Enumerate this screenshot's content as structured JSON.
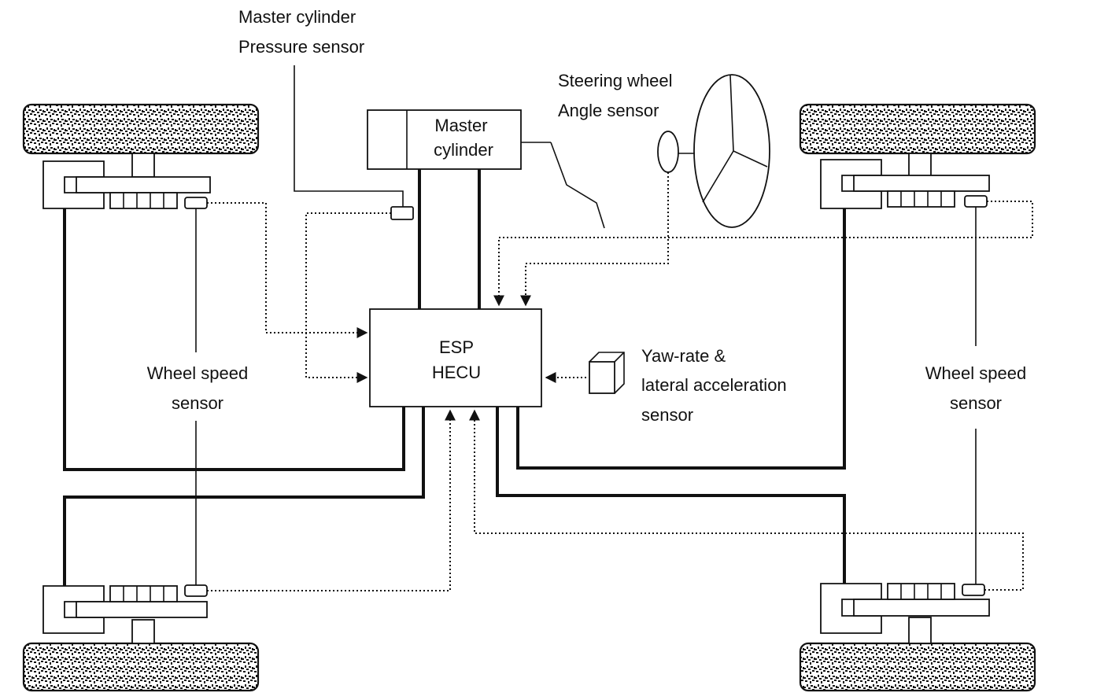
{
  "labels": {
    "master_cylinder_pressure_sensor_line1": "Master cylinder",
    "master_cylinder_pressure_sensor_line2": "Pressure sensor",
    "master_cylinder_line1": "Master",
    "master_cylinder_line2": "cylinder",
    "steering_angle_sensor_line1": "Steering wheel",
    "steering_angle_sensor_line2": "Angle sensor",
    "esp_hecu_line1": "ESP",
    "esp_hecu_line2": "HECU",
    "yaw_rate_sensor_line1": "Yaw-rate &",
    "yaw_rate_sensor_line2": "lateral acceleration",
    "yaw_rate_sensor_line3": "sensor",
    "wheel_speed_left_line1": "Wheel speed",
    "wheel_speed_left_line2": "sensor",
    "wheel_speed_right_line1": "Wheel speed",
    "wheel_speed_right_line2": "sensor"
  }
}
